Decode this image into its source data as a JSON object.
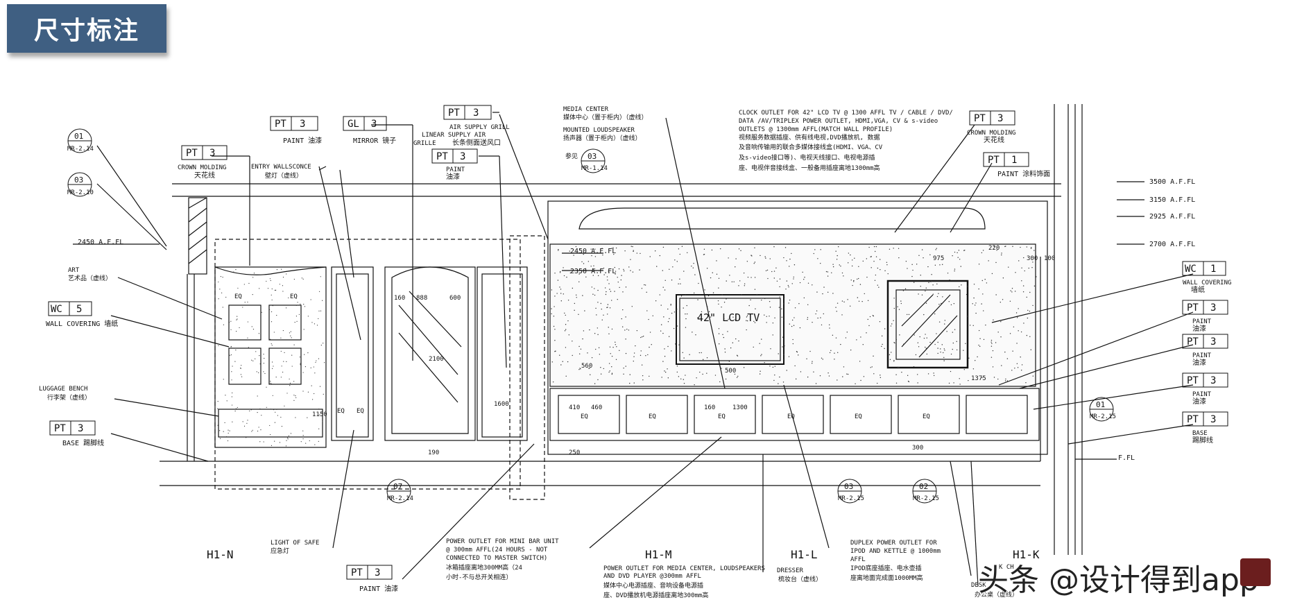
{
  "header": {
    "title": "尺寸标注"
  },
  "watermark": {
    "text": "头条 @设计得到app"
  },
  "tags": [
    {
      "code": "PT",
      "num": "3",
      "desc": "PAINT 油漆"
    },
    {
      "code": "GL",
      "num": "3",
      "desc": "MIRROR 镜子"
    },
    {
      "code": "PT",
      "num": "3",
      "desc": "AIR SUPPLY GRILL"
    },
    {
      "code": "PT",
      "num": "3",
      "desc": "CROWN MOLDING"
    },
    {
      "code": "PT",
      "num": "3",
      "desc": "PAINT"
    },
    {
      "code": "PT",
      "num": "3",
      "desc": "CROWN MOLDING"
    },
    {
      "code": "PT",
      "num": "1",
      "desc": "PAINT 涂料饰面"
    },
    {
      "code": "WC",
      "num": "5",
      "desc": "WALL COVERING 墙纸"
    },
    {
      "code": "PT",
      "num": "3",
      "desc": "BASE 踢脚线"
    },
    {
      "code": "WC",
      "num": "1",
      "desc": "WALL COVERING"
    },
    {
      "code": "PT",
      "num": "3",
      "desc": "PAINT"
    },
    {
      "code": "PT",
      "num": "3",
      "desc": "PAINT"
    },
    {
      "code": "PT",
      "num": "3",
      "desc": "PAINT"
    },
    {
      "code": "PT",
      "num": "3",
      "desc": "BASE"
    },
    {
      "code": "PT",
      "num": "3",
      "desc": "PAINT 油漆"
    }
  ],
  "tag_sub": {
    "crown_cn": "天花线",
    "paint_cn": "油漆",
    "air_cn": "长条侧面送风口",
    "wc_cn": "墙纸",
    "base_cn": "踢脚线",
    "linear_supply": "LINEAR SUPPLY AIR",
    "grille": "GRILLE"
  },
  "callouts": [
    {
      "num": "01",
      "ref": "MR-2.14"
    },
    {
      "num": "03",
      "ref": "MR-2.10"
    },
    {
      "num": "03",
      "ref": "MR-1.14"
    },
    {
      "num": "07",
      "ref": "MR-2.14"
    },
    {
      "num": "03",
      "ref": "MR-2.15"
    },
    {
      "num": "02",
      "ref": "MR-2.15"
    },
    {
      "num": "01",
      "ref": "MR-2.15"
    }
  ],
  "sections": [
    "H1-N",
    "H1-M",
    "H1-L",
    "H1-K"
  ],
  "levels": [
    "3500 A.F.FL",
    "3150 A.F.FL",
    "2925 A.F.FL",
    "2700 A.F.FL",
    "2450 A.F.FL",
    "2450 A.F.FL",
    "2350 A.F.FL",
    "F.FL"
  ],
  "notes": {
    "art": "ART",
    "art_cn": "艺术品（虚线）",
    "entry": "ENTRY WALLSCONCE",
    "entry_cn": "壁灯（虚线）",
    "luggage": "LUGGAGE BENCH",
    "luggage_cn": "行李架（虚线）",
    "light1": "LIGHT OF SAFE",
    "light1_cn": "应急灯",
    "media1": "MEDIA CENTER",
    "media2": "媒体中心（置于柜内）（虚线）",
    "media3": "MOUNTED LOUDSPEAKER",
    "media4": "扬声器（置于柜内）（虚线）",
    "refer": "参见",
    "clock1": "CLOCK OUTLET FOR 42\" LCD TV @ 1300 AFFL TV / CABLE / DVD/",
    "clock2": "DATA /AV/TRIPLEX POWER OUTLET, HDMI,VGA, CV & s-video",
    "clock3": "OUTLETS @ 1300mm AFFL(MATCH WALL PROFILE)",
    "clock4": "视频服务数据插座、供有线电视,DVD播放机, 数据",
    "clock5": "及音响传输用的联合多媒体接线盒(HDMI、VGA、CV",
    "clock6": "及s-video接口等)、电视天线接口、电视电源插",
    "clock7": "座、电视伴音接线盒、一般备用插座离地1300mm高",
    "minibar1": "POWER OUTLET FOR MINI BAR UNIT",
    "minibar2": "@ 300mm AFFL(24 HOURS - NOT",
    "minibar3": "CONNECTED TO MASTER SWITCH)",
    "minibar4": "冰箱插座离地300MM高（24",
    "minibar5": "小时-不与总开关相连）",
    "mc1": "POWER OUTLET FOR MEDIA CENTER, LOUDSPEAKERS",
    "mc2": "AND DVD PLAYER @300mm AFFL",
    "mc3": "媒体中心电源插座、音响设备电源插",
    "mc4": "座、DVD播放机电源插座离地300mm高",
    "dresser": "DRESSER",
    "dresser_cn": "梳妆台（虚线）",
    "duplex1": "DUPLEX POWER OUTLET FOR",
    "duplex2": "IPOD AND KETTLE @ 1000mm",
    "duplex3": "AFFL",
    "duplex4": "IPOD底座插座、电水壶插",
    "duplex5": "座离地面完成面1000MM高",
    "desk": "DESK",
    "desk_cn": "办公桌（虚线）",
    "chair": "K CH",
    "tv": "42\" LCD TV"
  },
  "dims": [
    "EQ",
    "EQ",
    "EQ",
    "EQ",
    "EQ",
    "EQ",
    "EQ",
    "EQ",
    "EQ",
    "EQ",
    "2100",
    "1600",
    "1300",
    "500",
    "975",
    "220",
    "300",
    "100",
    "1375",
    "250",
    "300",
    "190",
    "888",
    "600",
    "1150",
    "160",
    "410",
    "460",
    "160",
    "560"
  ]
}
